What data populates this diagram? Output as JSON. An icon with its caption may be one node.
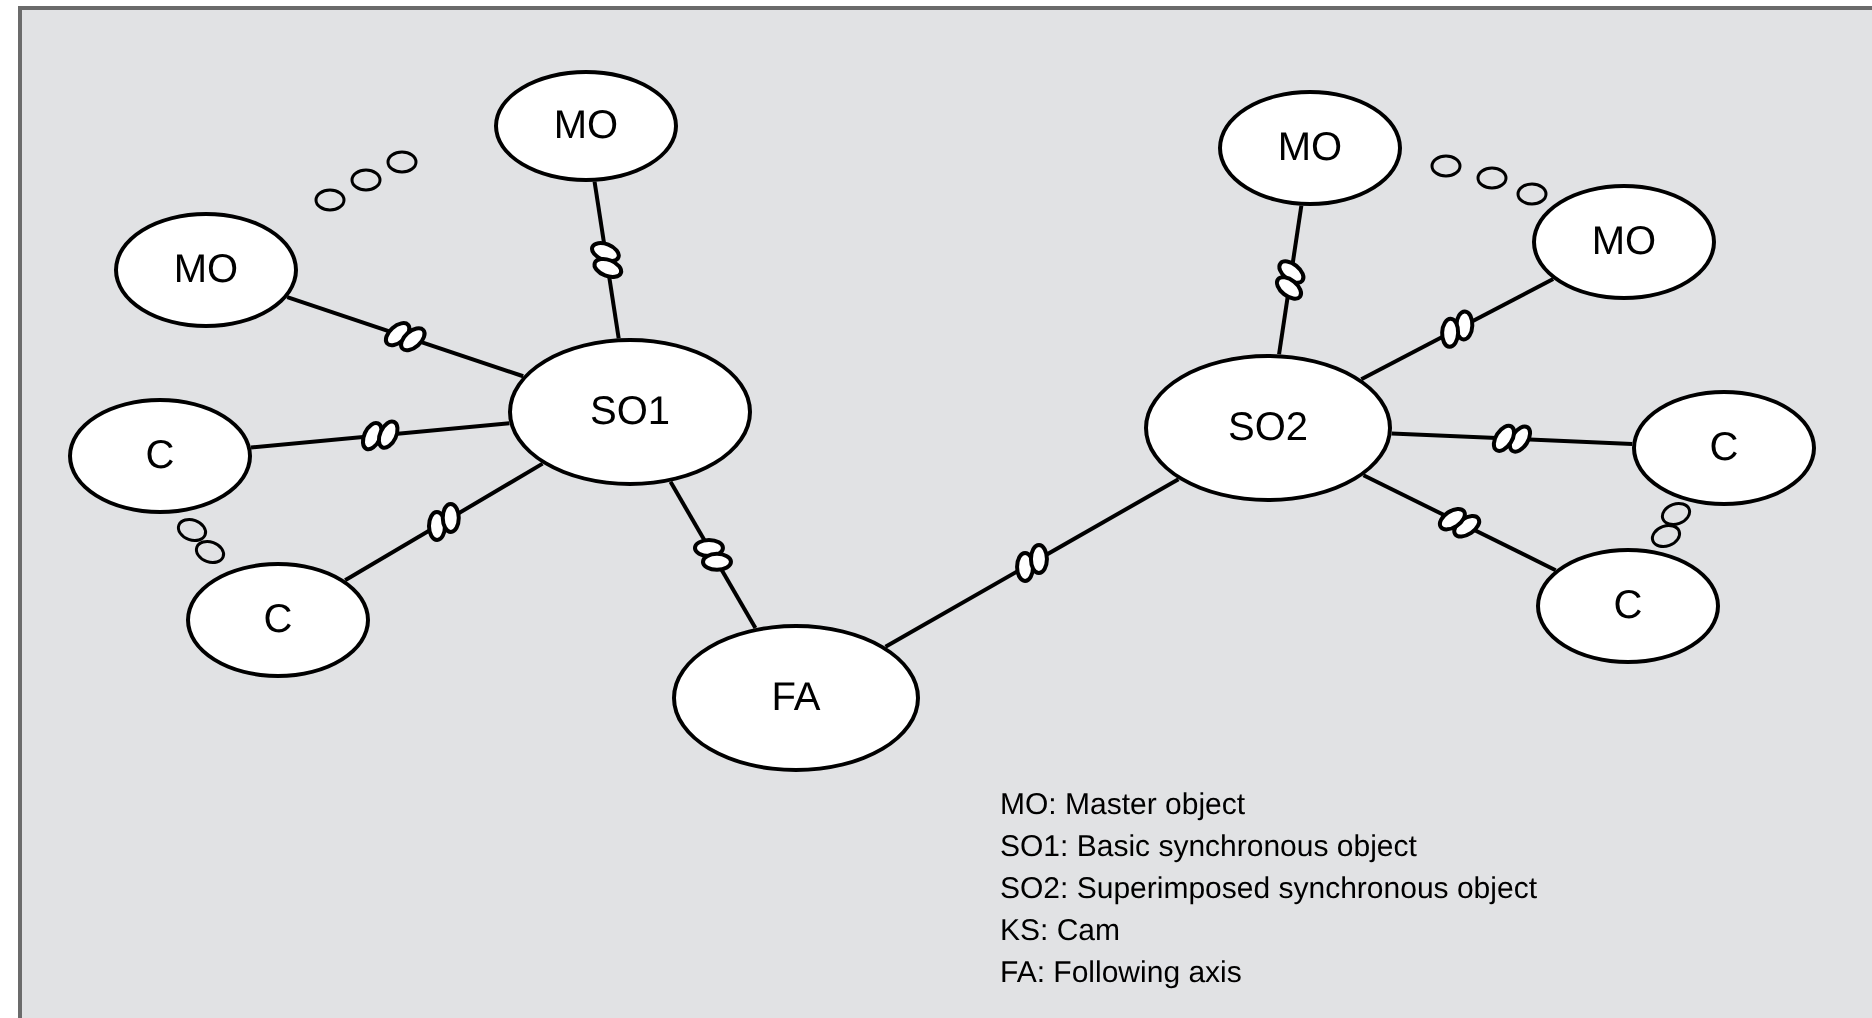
{
  "diagram": {
    "nodes": [
      {
        "text": [
          "SO1"
        ]
      },
      {
        "text": [
          "MO"
        ]
      },
      {
        "text": [
          "MO"
        ]
      },
      {
        "text": [
          "C"
        ]
      },
      {
        "text": [
          "C"
        ]
      },
      {
        "text": [
          "FA"
        ]
      },
      {
        "text": [
          "SO2"
        ]
      },
      {
        "text": [
          "MO"
        ]
      },
      {
        "text": [
          "MO"
        ]
      },
      {
        "text": [
          "C"
        ]
      },
      {
        "text": [
          "C"
        ]
      }
    ],
    "edges": [
      {
        "from": 1,
        "to": 0,
        "arrow": "none"
      },
      {
        "from": 2,
        "to": 0,
        "arrow": "none"
      },
      {
        "from": 3,
        "to": 0,
        "arrow": "none"
      },
      {
        "from": 4,
        "to": 0,
        "arrow": "none"
      },
      {
        "from": 0,
        "to": 5,
        "arrow": "none"
      },
      {
        "from": 5,
        "to": 6,
        "arrow": "none"
      },
      {
        "from": 7,
        "to": 6,
        "arrow": "none"
      },
      {
        "from": 8,
        "to": 6,
        "arrow": "none"
      },
      {
        "from": 9,
        "to": 6,
        "arrow": "none"
      },
      {
        "from": 10,
        "to": 6,
        "arrow": "none"
      }
    ],
    "labels": [
      "MO: Master object",
      "SO1: Basic synchronous object",
      "SO2: Superimposed synchronous object",
      "KS: Cam",
      "FA: Following axis"
    ]
  }
}
